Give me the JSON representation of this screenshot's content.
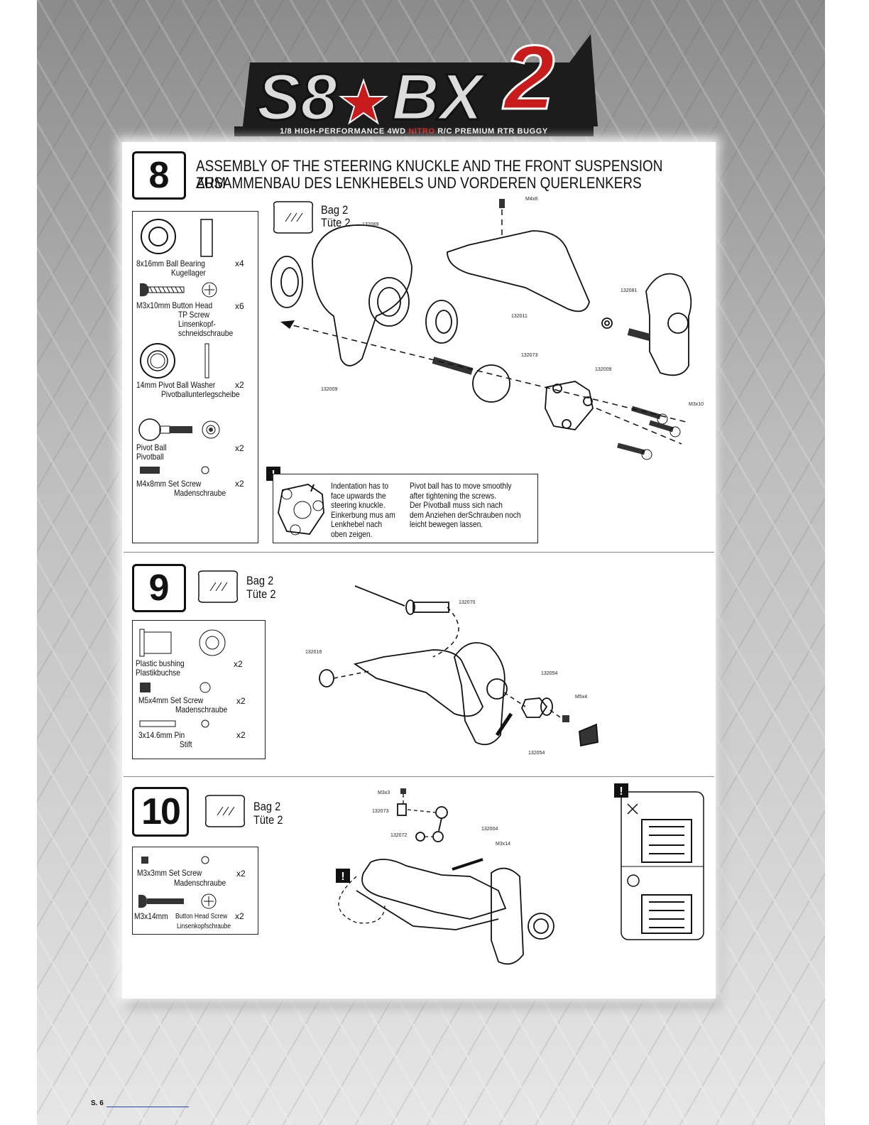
{
  "header": {
    "logo_text": "S8★BX2",
    "tagline_pre": "1/8 HIGH-PERFORMANCE 4WD ",
    "tagline_red": "NITRO",
    "tagline_post": " R/C PREMIUM RTR BUGGY"
  },
  "step8": {
    "number": "8",
    "title_en": "ASSEMBLY OF THE STEERING KNUCKLE AND THE FRONT SUSPENSION ARM",
    "title_de": "ZUSAMMENBAU DES LENKHEBELS UND VORDEREN QUERLENKERS",
    "bag": "Bag 2",
    "tute": "Tüte 2",
    "parts": [
      {
        "name": "8x16mm Ball Bearing",
        "de": "Kugellager",
        "qty": "x4"
      },
      {
        "name": "M3x10mm Button Head",
        "de": "TP Screw",
        "de2": "Linsenkopf-",
        "de3": "schneidschraube",
        "qty": "x6"
      },
      {
        "name": "14mm Pivot Ball Washer",
        "de": "Pivotballunterlegscheibe",
        "qty": "x2"
      },
      {
        "name": "Pivot Ball",
        "de": "Pivotball",
        "qty": "x2"
      },
      {
        "name": "M4x8mm Set Screw",
        "de": "Madenschraube",
        "qty": "x2"
      }
    ],
    "labels": [
      "M4x8",
      "132069",
      "132081",
      "132011",
      "132073",
      "132009",
      "132009",
      "M3x10"
    ],
    "note_left": [
      "Indentation has to",
      "face upwards the",
      "steering knuckle.",
      "Einkerbung mus am",
      "Lenkhebel nach",
      "oben zeigen."
    ],
    "note_right": [
      "Pivot ball has to move smoothly",
      "after tightening the screws.",
      "Der Pivotball muss sich nach",
      "dem Anziehen derSchrauben noch",
      "leicht bewegen lassen."
    ]
  },
  "step9": {
    "number": "9",
    "bag": "Bag 2",
    "tute": "Tüte 2",
    "parts": [
      {
        "name": "Plastic bushing",
        "de": "Plastikbuchse",
        "qty": "x2"
      },
      {
        "name": "M5x4mm Set Screw",
        "de": "Madenschraube",
        "qty": "x2"
      },
      {
        "name": "3x14.6mm Pin",
        "de": "Stift",
        "qty": "x2"
      }
    ],
    "labels": [
      "132070",
      "132016",
      "132054",
      "M5x4",
      "132054"
    ]
  },
  "step10": {
    "number": "10",
    "bag": "Bag 2",
    "tute": "Tüte 2",
    "parts": [
      {
        "name": "M3x3mm Set Screw",
        "de": "Madenschraube",
        "qty": "x2"
      },
      {
        "name": "M3x14mm",
        "name2": "Button Head Screw",
        "de": "Linsenkopfschraube",
        "qty": "x2"
      }
    ],
    "labels": [
      "M3x3",
      "132073",
      "132072",
      "132004",
      "M3x14"
    ]
  },
  "footer": {
    "page": "S. 6"
  }
}
